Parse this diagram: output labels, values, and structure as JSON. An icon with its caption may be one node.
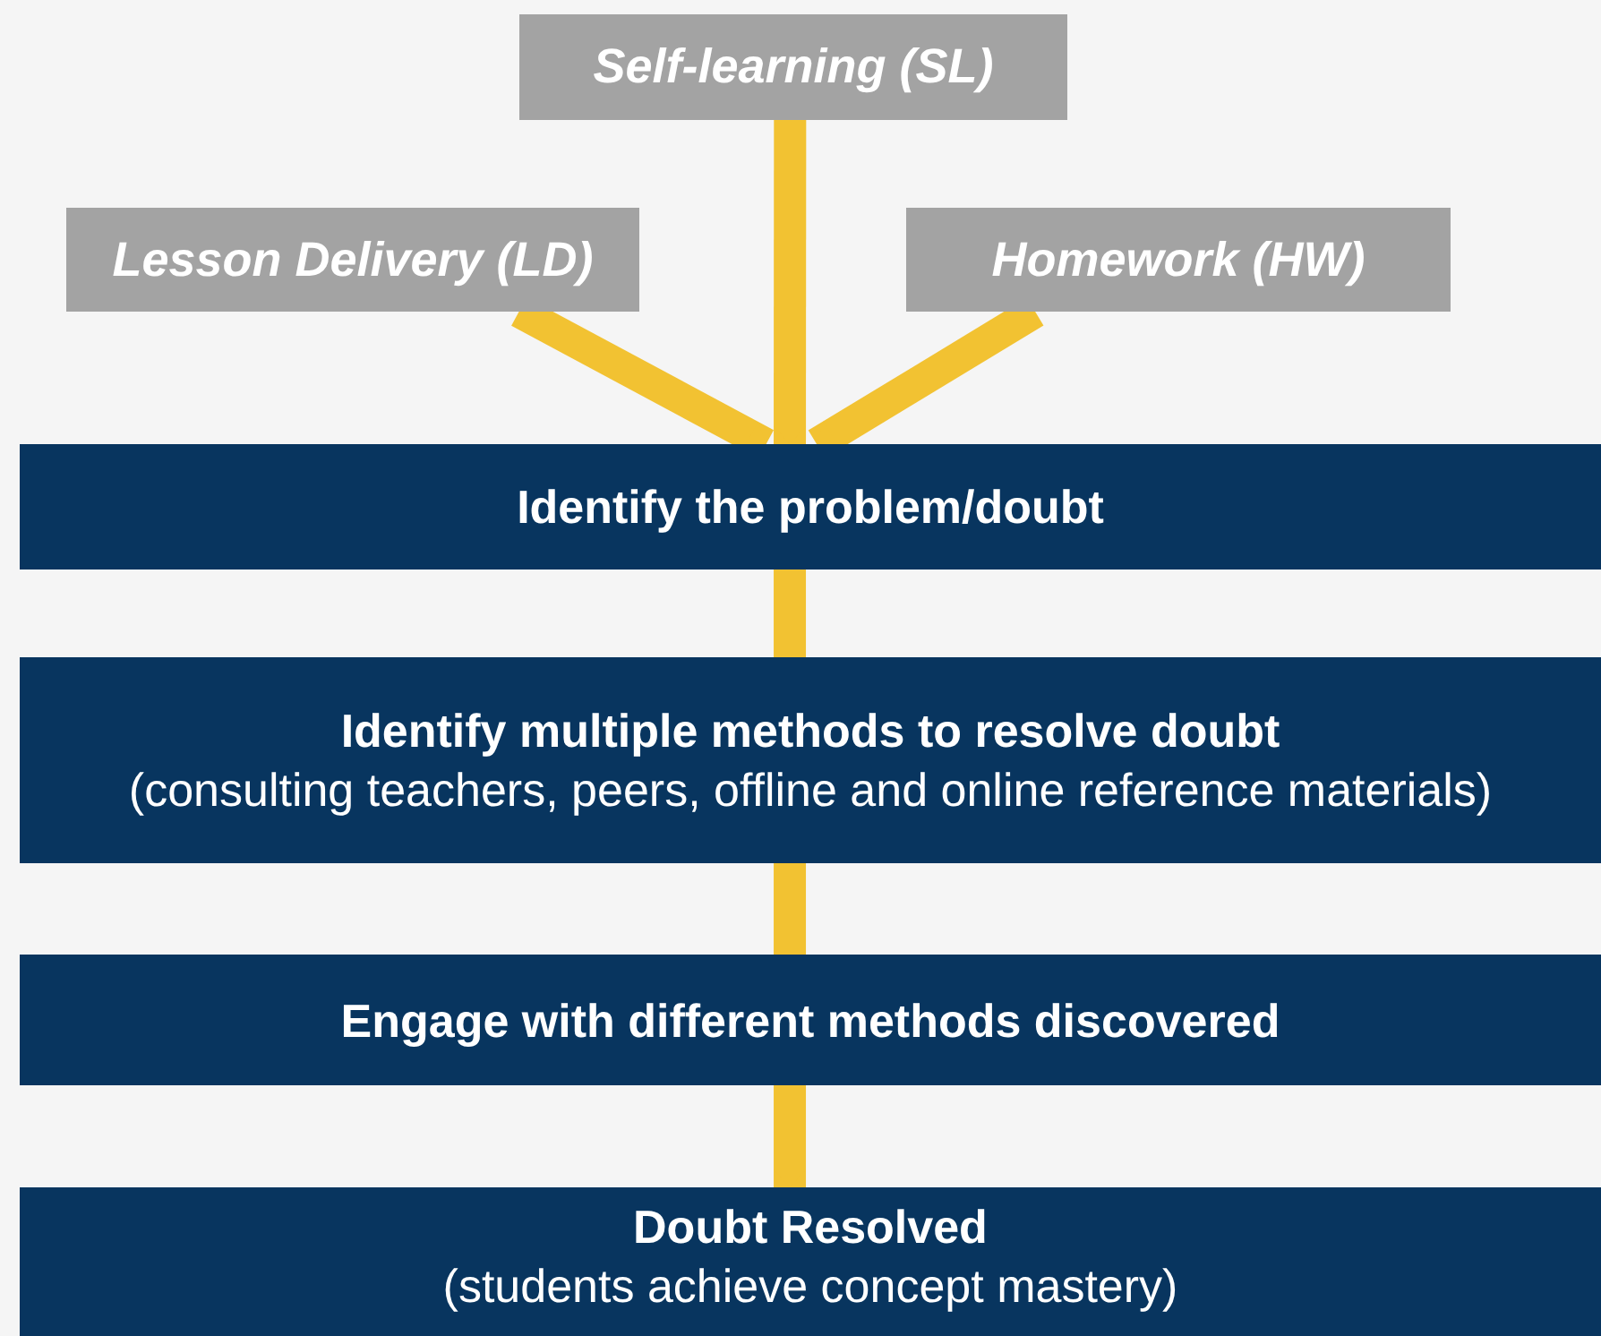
{
  "diagram": {
    "nodes": [
      {
        "text": [
          "Self-learning (SL)"
        ]
      },
      {
        "text": [
          "Lesson Delivery (LD)"
        ]
      },
      {
        "text": [
          "Homework (HW)"
        ]
      },
      {
        "text": [
          "Identify the problem/doubt"
        ]
      },
      {
        "text": [
          "Identify multiple methods to resolve doubt",
          "(consulting teachers, peers, offline and online reference materials)"
        ]
      },
      {
        "text": [
          "Engage with different methods discovered"
        ]
      },
      {
        "text": [
          "Doubt Resolved",
          "(students achieve concept mastery)"
        ]
      }
    ],
    "edges": [
      {
        "from": 0,
        "to": 3,
        "arrow": "to"
      },
      {
        "from": 1,
        "to": 3,
        "arrow": "to"
      },
      {
        "from": 2,
        "to": 3,
        "arrow": "to"
      },
      {
        "from": 3,
        "to": 4,
        "arrow": "none"
      },
      {
        "from": 4,
        "to": 5,
        "arrow": "none"
      },
      {
        "from": 5,
        "to": 6,
        "arrow": "to"
      }
    ]
  }
}
